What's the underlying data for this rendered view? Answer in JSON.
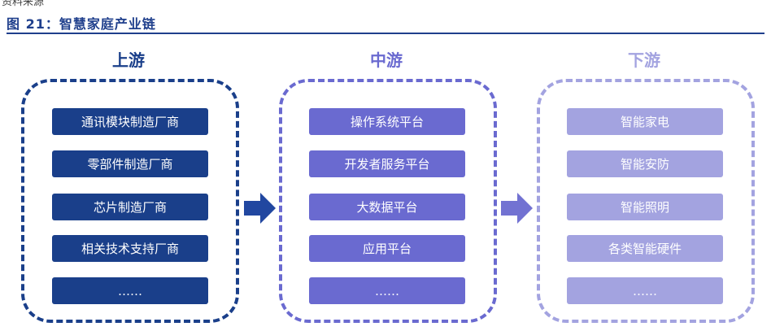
{
  "header": {
    "fragment": "资料来源",
    "figure_title": "图 21：智慧家庭产业链"
  },
  "colors": {
    "title": "#1f3f8c",
    "upstream": "#1a3f8a",
    "midstream": "#6a6ad0",
    "downstream": "#a3a3e0",
    "arrow_1": "#2147a0",
    "arrow_2": "#7272d2"
  },
  "stages": [
    {
      "heading": "上游",
      "items": [
        "通讯模块制造厂商",
        "零部件制造厂商",
        "芯片制造厂商",
        "相关技术支持厂商",
        "……"
      ]
    },
    {
      "heading": "中游",
      "items": [
        "操作系统平台",
        "开发者服务平台",
        "大数据平台",
        "应用平台",
        "……"
      ]
    },
    {
      "heading": "下游",
      "items": [
        "智能家电",
        "智能安防",
        "智能照明",
        "各类智能硬件",
        "……"
      ]
    }
  ]
}
